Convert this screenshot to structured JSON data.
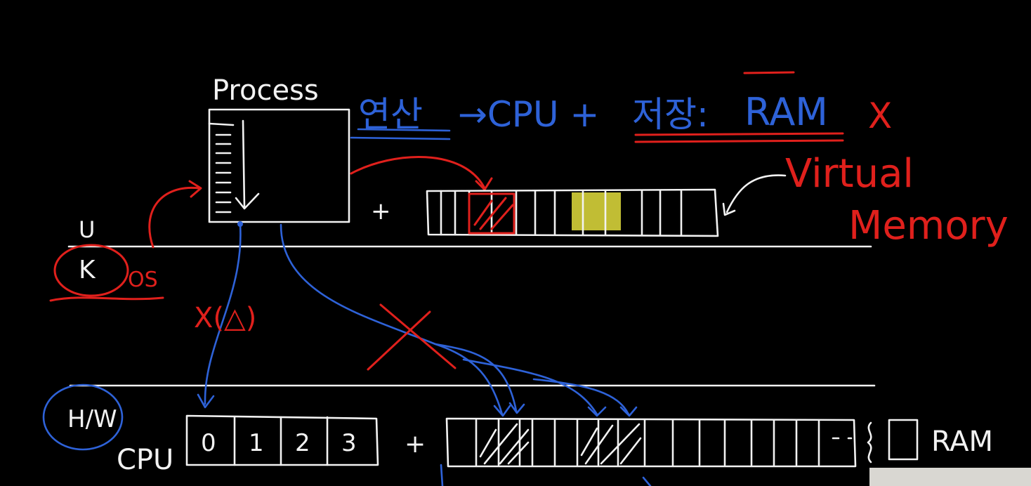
{
  "labels": {
    "process": "Process",
    "user": "U",
    "kernel": "K",
    "os": "OS",
    "hardware": "H/W",
    "cpu": "CPU",
    "ram": "RAM",
    "virtual": "Virtual",
    "memory": "Memory",
    "note_left": "연산",
    "note_arrow": "→CPU +",
    "note_storage": "저장:",
    "note_ram": "RAM",
    "note_x": "X",
    "plus": "+",
    "cross_triangle": "X(△)"
  },
  "cpu_cells": [
    "0",
    "1",
    "2",
    "3"
  ],
  "colors": {
    "white": "#f2f2f2",
    "red": "#e0201c",
    "blue": "#2e62d8",
    "yellow": "#d6d23a",
    "background": "#000000"
  }
}
